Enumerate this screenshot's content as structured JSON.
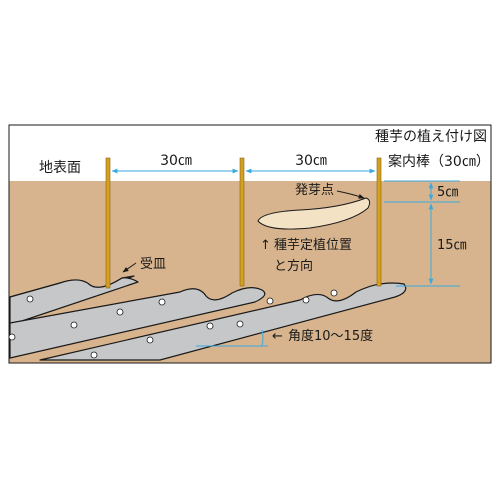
{
  "title": "種芋の植え付け図",
  "labels": {
    "ground_surface": "地表面",
    "spacing_1": "30㎝",
    "spacing_2": "30㎝",
    "guide_stake": "案内棒（30㎝）",
    "sprout_point": "発芽点",
    "depth_5": "5㎝",
    "depth_15": "15㎝",
    "saucer": "受皿",
    "position_line1": "種芋定植位置",
    "position_line2": "と方向",
    "angle": "角度10～15度"
  },
  "colors": {
    "soil": "#d7b48d",
    "sky": "#ffffff",
    "tray": "#c6c7c9",
    "tray_outline": "#1a1a1a",
    "stake": "#d4a020",
    "dimension": "#3aa9e0",
    "seed_potato": "#f4e2c4",
    "text": "#1a1a1a"
  },
  "icons": {
    "arrow_up": "↑",
    "arrow_left": "←",
    "arrow_pointer": "↙"
  }
}
